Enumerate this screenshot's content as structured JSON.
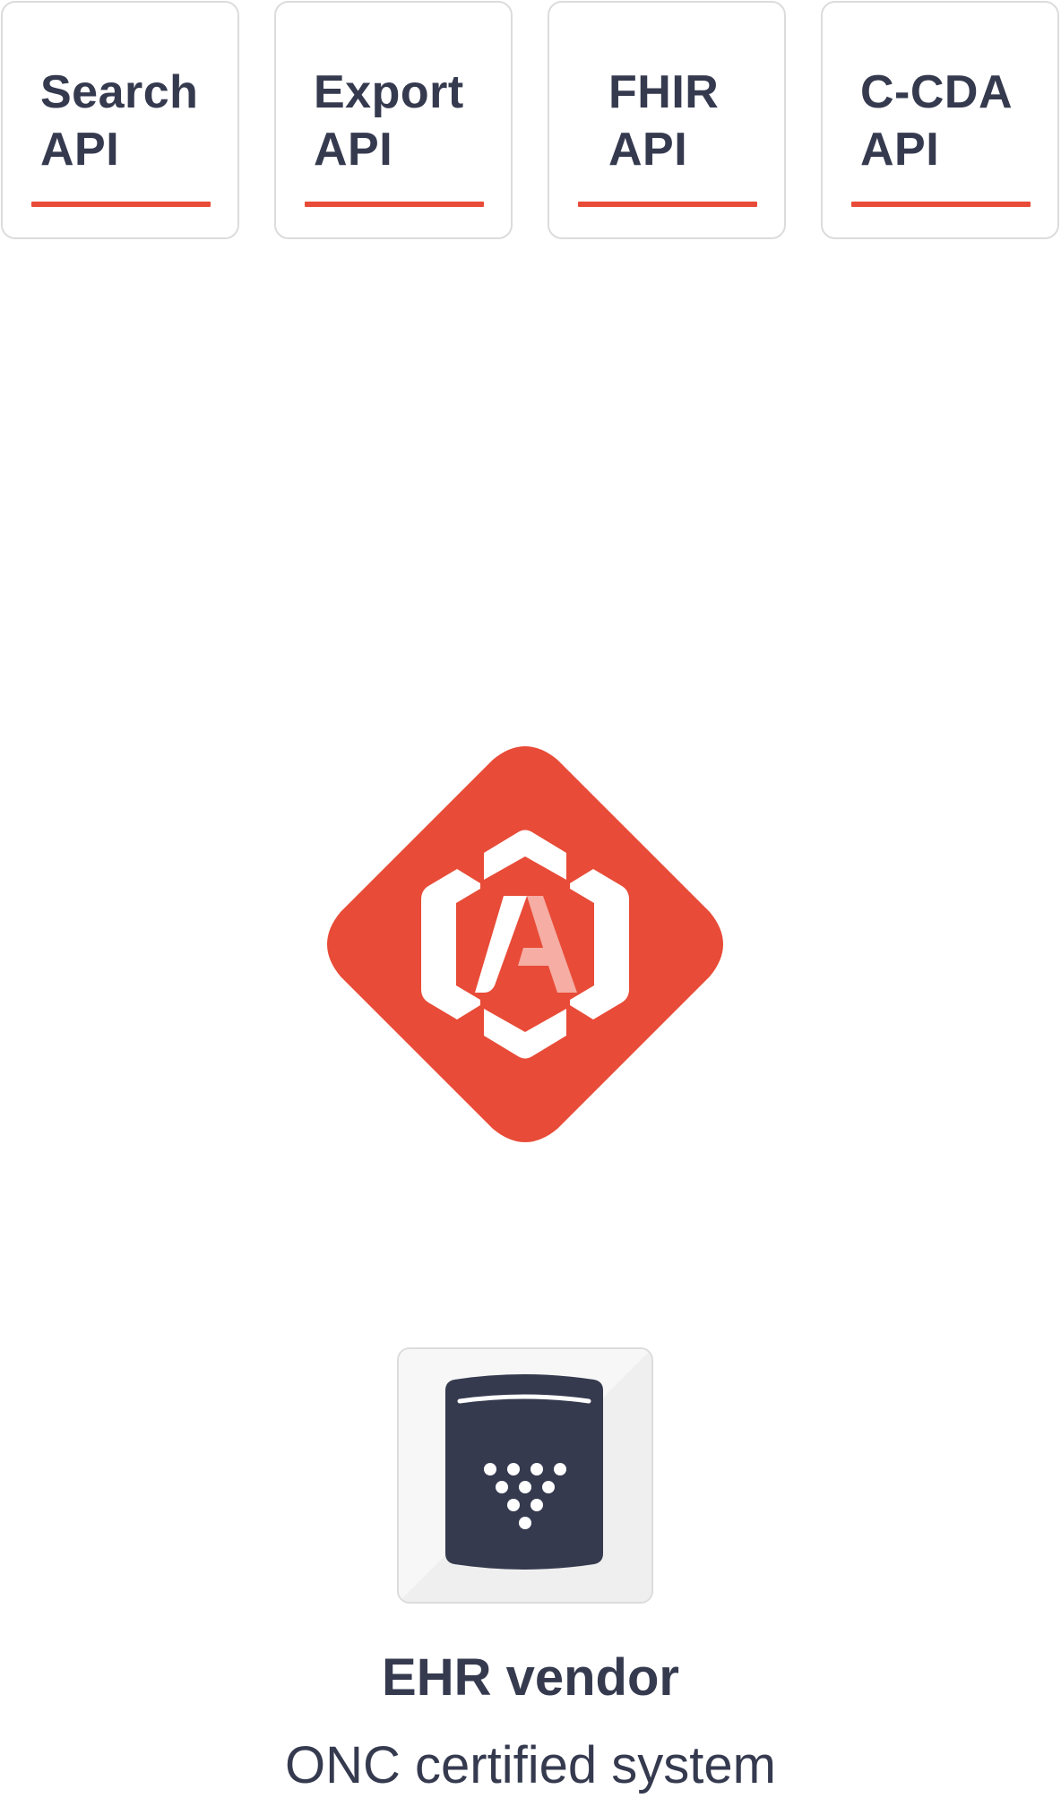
{
  "api_cards": [
    {
      "line1": "Search",
      "line2": "API"
    },
    {
      "line1": "Export",
      "line2": "API"
    },
    {
      "line1": "FHIR",
      "line2": "API"
    },
    {
      "line1": "C-CDA",
      "line2": "API"
    }
  ],
  "logo": {
    "letter": "A",
    "icon": "hexagon-a-logo-icon",
    "color": "#e84b37"
  },
  "vendor": {
    "icon": "ehr-database-icon",
    "title": "EHR vendor",
    "subtitle": "ONC certified system"
  },
  "colors": {
    "accent": "#e84b37",
    "text": "#353a4f",
    "card_border": "#dcdcdc",
    "icon_fill": "#353a4f"
  }
}
